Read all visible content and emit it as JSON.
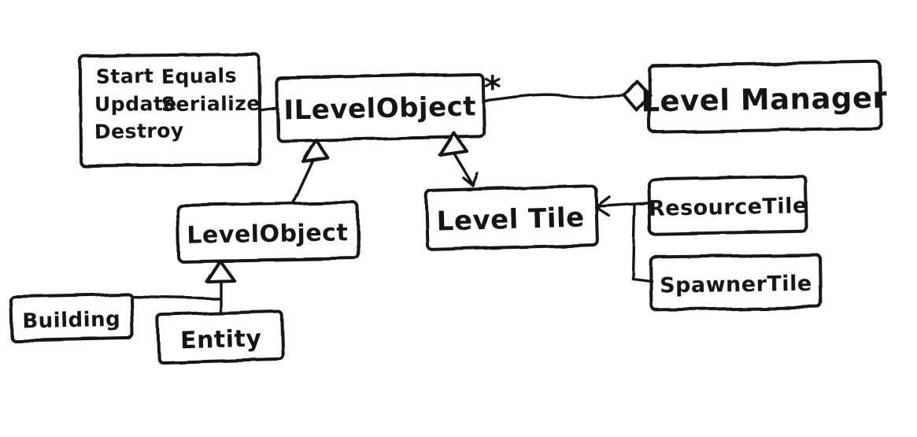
{
  "diagram": {
    "kind": "hand-drawn UML class diagram",
    "style": {
      "ink_color": "#151515",
      "background_color": "#ffffff"
    },
    "nodes": {
      "interface_methods_box": {
        "column1": [
          "Start",
          "Update",
          "Destroy"
        ],
        "column2": [
          "Equals",
          "Serialize"
        ]
      },
      "ilevel_object": {
        "label": "ILevelObject",
        "multiplicity": "*"
      },
      "level_manager": {
        "label": "Level Manager"
      },
      "level_object": {
        "label": "LevelObject"
      },
      "level_tile": {
        "label": "Level Tile"
      },
      "resource_tile": {
        "label": "ResourceTile"
      },
      "spawner_tile": {
        "label": "SpawnerTile"
      },
      "building": {
        "label": "Building"
      },
      "entity": {
        "label": "Entity"
      }
    },
    "edges": [
      {
        "from": "ILevelObject",
        "to": "Level Manager",
        "type": "aggregation",
        "multiplicity": "*"
      },
      {
        "from": "methods note box",
        "to": "ILevelObject",
        "type": "attachment"
      },
      {
        "from": "LevelObject",
        "to": "ILevelObject",
        "type": "inheritance"
      },
      {
        "from": "Level Tile",
        "to": "ILevelObject",
        "type": "inheritance"
      },
      {
        "from": "ResourceTile",
        "to": "Level Tile",
        "type": "inheritance"
      },
      {
        "from": "SpawnerTile",
        "to": "Level Tile",
        "type": "inheritance"
      },
      {
        "from": "Building",
        "to": "LevelObject",
        "type": "inheritance"
      },
      {
        "from": "Entity",
        "to": "LevelObject",
        "type": "inheritance"
      }
    ]
  }
}
